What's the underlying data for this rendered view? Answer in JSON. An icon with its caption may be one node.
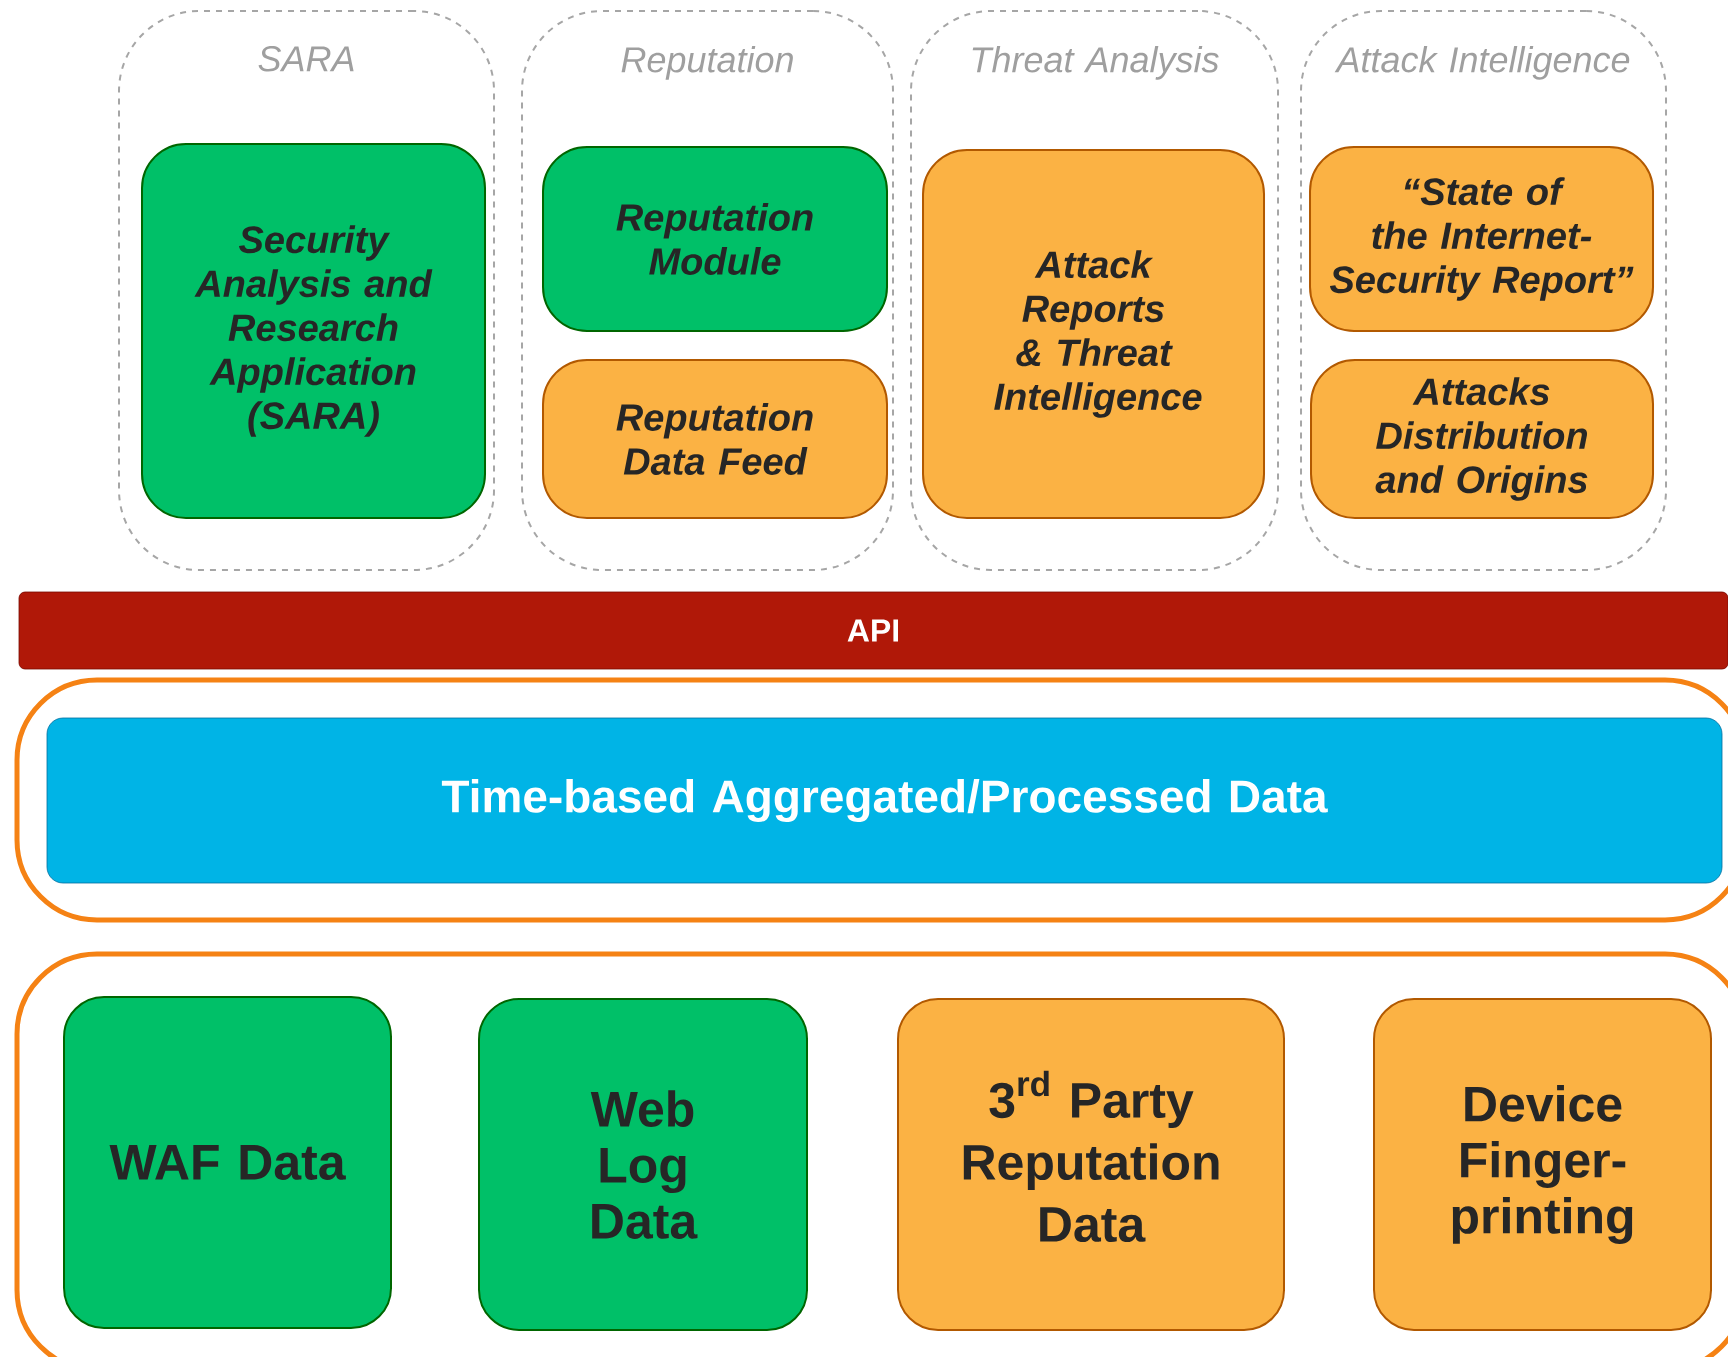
{
  "diagram": {
    "nodes": [
      {
        "text": [
          "SARA"
        ]
      },
      {
        "text": [
          "Security Analysis and Research Application (SARA)"
        ],
        "in": 0
      },
      {
        "text": [
          "Reputation"
        ]
      },
      {
        "text": [
          "Reputation Module"
        ],
        "in": 2
      },
      {
        "text": [
          "Reputation Data Feed"
        ],
        "in": 2
      },
      {
        "text": [
          "Threat Analysis"
        ]
      },
      {
        "text": [
          "Attack Reports & Threat Intelligence"
        ],
        "in": 5
      },
      {
        "text": [
          "Attack Intelligence"
        ]
      },
      {
        "text": [
          "“State of the Internet-Security Report”"
        ],
        "in": 7
      },
      {
        "text": [
          "Attacks Distribution and Origins"
        ],
        "in": 7
      },
      {
        "text": [
          "API"
        ]
      },
      {
        "text": [],
        "shape": "box"
      },
      {
        "text": [
          "Time-based Aggregated/Processed Data"
        ],
        "in": 11
      },
      {
        "text": [],
        "shape": "box"
      },
      {
        "text": [
          "WAF Data"
        ],
        "in": 13
      },
      {
        "text": [
          "Web Log Data"
        ],
        "in": 13
      },
      {
        "text": [
          "\\begin{gathered}\\textbf{3}^{\\textbf{rd}}\\textbf{ Party}\\\\ \\textbf{Reputation}\\\\ \\textbf{Data}\\end{gathered}"
        ],
        "in": 13
      },
      {
        "text": [
          "Device Finger-printing"
        ],
        "in": 13
      }
    ],
    "edges": []
  }
}
